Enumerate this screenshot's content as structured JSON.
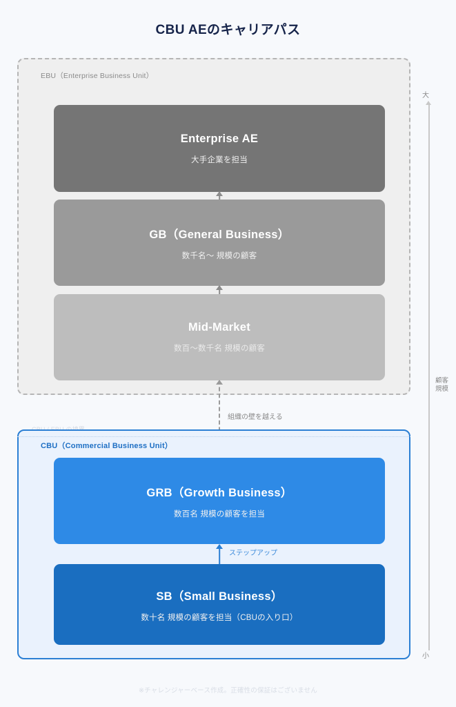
{
  "page": {
    "title": "CBU AEのキャリアパス",
    "footer_note": "※チャレンジャーベース作成。正確性の保証はございません",
    "background_color": "#f7f9fc",
    "title_color": "#16244a"
  },
  "ebu_section": {
    "label": "EBU（Enterprise Business Unit）",
    "panel_fill": "#efefef",
    "panel_border": "#b5b5b5",
    "tiers": [
      {
        "id": "enterprise-ae",
        "title": "Enterprise AE",
        "subtitle": "大手企業を担当",
        "color": "#757575"
      },
      {
        "id": "gb",
        "title": "GB（General Business）",
        "subtitle": "数千名〜 規模の顧客",
        "color": "#9a9a9a"
      },
      {
        "id": "mid-market",
        "title": "Mid-Market",
        "subtitle": "数百〜数千名 規模の顧客",
        "color": "#bdbdbd"
      }
    ]
  },
  "boundary": {
    "label": "CBU / EBU の境界",
    "wall_label": "組織の壁を越える"
  },
  "cbu_section": {
    "label": "CBU（Commercial Business Unit）",
    "panel_fill": "#eaf2fd",
    "panel_border": "#2b7fd4",
    "stepup_label": "ステップアップ",
    "tiers": [
      {
        "id": "grb",
        "title": "GRB（Growth Business）",
        "subtitle": "数百名 規模の顧客を担当",
        "color": "#2e8ae6"
      },
      {
        "id": "sb",
        "title": "SB（Small Business）",
        "subtitle": "数十名 規模の顧客を担当（CBUの入り口）",
        "color": "#1a6ec0"
      }
    ]
  },
  "scale_axis": {
    "top_label": "大",
    "bottom_label": "小",
    "axis_title_line1": "顧客",
    "axis_title_line2": "規模"
  }
}
